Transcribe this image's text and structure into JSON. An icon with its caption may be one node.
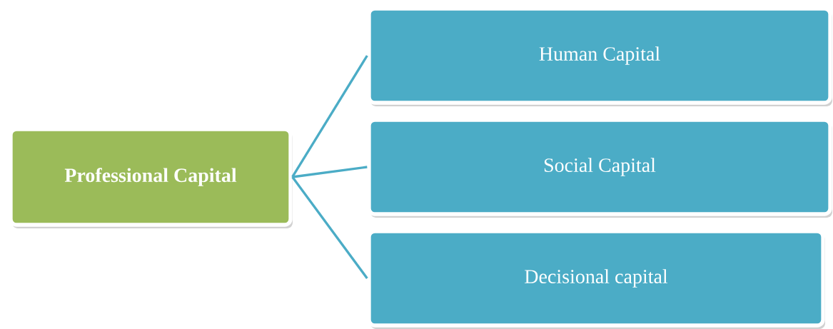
{
  "diagram": {
    "nodes": [
      {
        "text": [
          "Professional Capital"
        ]
      },
      {
        "text": [
          "Human Capital"
        ]
      },
      {
        "text": [
          "Social Capital"
        ]
      },
      {
        "text": [
          "Decisional capital"
        ]
      }
    ],
    "edges": [
      {
        "from": 0,
        "to": 1,
        "arrow": "none"
      },
      {
        "from": 0,
        "to": 2,
        "arrow": "none"
      },
      {
        "from": 0,
        "to": 3,
        "arrow": "none"
      }
    ]
  }
}
